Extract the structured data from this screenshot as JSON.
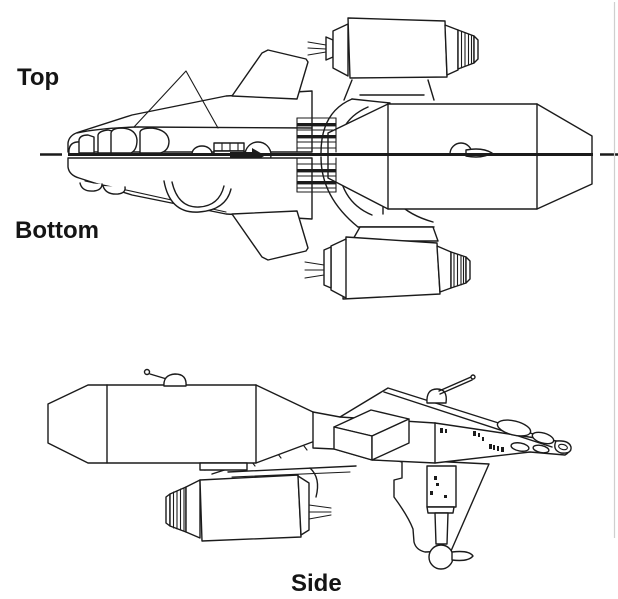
{
  "page": {
    "background": "#ffffff",
    "ink": "#1b1b1b",
    "scan_edge_color": "#cfcfcf"
  },
  "labels": {
    "top": "Top",
    "bottom": "Bottom",
    "side": "Side"
  }
}
